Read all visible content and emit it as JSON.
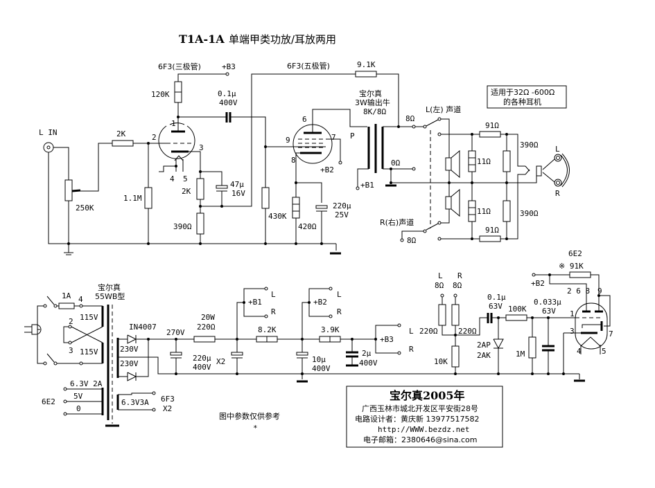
{
  "title": {
    "code": "T1A-1A",
    "text": "单端甲类功放/耳放两用"
  },
  "tubes": {
    "triode_label": "6F3(三极管)",
    "pentode_label": "6F3(五极管)",
    "indicator_label": "6E2",
    "triode_pins": [
      "1",
      "2",
      "3",
      "4",
      "5"
    ],
    "pentode_pins": [
      "6",
      "7",
      "8",
      "9"
    ],
    "indicator_pins": [
      "1",
      "3",
      "4",
      "5",
      "7",
      "9",
      "2 6 8"
    ]
  },
  "input_stage": {
    "input_label": "L IN",
    "pot": "250K",
    "grid_resistor": "2K",
    "grid_leak": "1.1M",
    "plate_resistor": "120K",
    "supply": "+B3",
    "coupling_cap": [
      "0.1μ",
      "400V"
    ],
    "cathode_resistor": "2K",
    "cathode_cap": [
      "47μ",
      "16V"
    ],
    "feedback_resistor_bottom": "390Ω"
  },
  "output_stage": {
    "feedback_resistor": "9.1K",
    "grid_leak": "430K",
    "cathode_resistor": "420Ω",
    "cathode_cap": [
      "220μ",
      "25V"
    ],
    "screen_supply": "+B2",
    "plate_supply": "+B1",
    "primary_label": "P",
    "transformer": [
      "宝尔真",
      "3W输出牛",
      "8K/8Ω"
    ],
    "tap_8": "8Ω",
    "tap_0": "0Ω"
  },
  "headphone_network": {
    "note": [
      "适用于32Ω -600Ω",
      "的各种耳机"
    ],
    "left_channel": "L(左) 声道",
    "right_channel": "R(右)声道",
    "tap_8_left": "8Ω",
    "tap_8_right": "8Ω",
    "series_resistor_top": "91Ω",
    "series_resistor_bottom": "91Ω",
    "shunt_top": "11Ω",
    "shunt_bottom": "11Ω",
    "load_top": "390Ω",
    "load_bottom": "390Ω",
    "jack_left": "L",
    "jack_right": "R"
  },
  "power_supply": {
    "transformer": [
      "宝尔真",
      "55WB型"
    ],
    "fuse": "1A",
    "primary_windings": [
      "115V",
      "115V"
    ],
    "primary_pins": [
      "4",
      "2",
      "3"
    ],
    "diode": "IN4007",
    "hv_windings": [
      "230V",
      "230V"
    ],
    "dc_voltage": "270V",
    "filter_resistor": [
      "20W",
      "220Ω"
    ],
    "filter_cap": [
      "220μ",
      "400V"
    ],
    "filter_cap_qty": "X2",
    "resistor_b2": "8.2K",
    "resistor_b3": "3.9K",
    "cap_b2": [
      "10μ",
      "400V"
    ],
    "cap_b3": [
      "2μ",
      "400V"
    ],
    "rails": [
      {
        "name": "+B1",
        "taps": [
          "L",
          "R"
        ]
      },
      {
        "name": "+B2",
        "taps": [
          "L",
          "R"
        ]
      },
      {
        "name": "+B3",
        "taps": [
          "L",
          "R"
        ]
      }
    ],
    "heater_6e2": {
      "label": "6E2",
      "taps": [
        "6.3V 2A",
        "5V",
        "0"
      ]
    },
    "heater_6f3": {
      "label": [
        "6F3",
        "X2"
      ],
      "winding": "6.3V3A"
    }
  },
  "vu_meter": {
    "inputs": [
      {
        "ch": "L",
        "tap": "8Ω",
        "r": "220Ω"
      },
      {
        "ch": "R",
        "tap": "8Ω",
        "r": "220Ω"
      }
    ],
    "side_labels": [
      "L",
      "R"
    ],
    "shunt": "10K",
    "cap1": [
      "0.1μ",
      "63V"
    ],
    "diode": [
      "2AP",
      "2AK"
    ],
    "series": "100K",
    "leak": "1M",
    "cap2": [
      "0.033μ",
      "63V"
    ],
    "anode_resistor": "※ 91K",
    "supply": "+B2"
  },
  "notes": {
    "reference": "图中参数仅供参考",
    "asterisk": "*"
  },
  "credits": {
    "brand_year": "宝尔真2005年",
    "address": "广西玉林市城北开发区平安街28号",
    "designer": "电路设计者：黄庆新  13977517582",
    "website": "http://WWW.bezdz.net",
    "email": "电子邮箱：2380646@sina.com"
  }
}
